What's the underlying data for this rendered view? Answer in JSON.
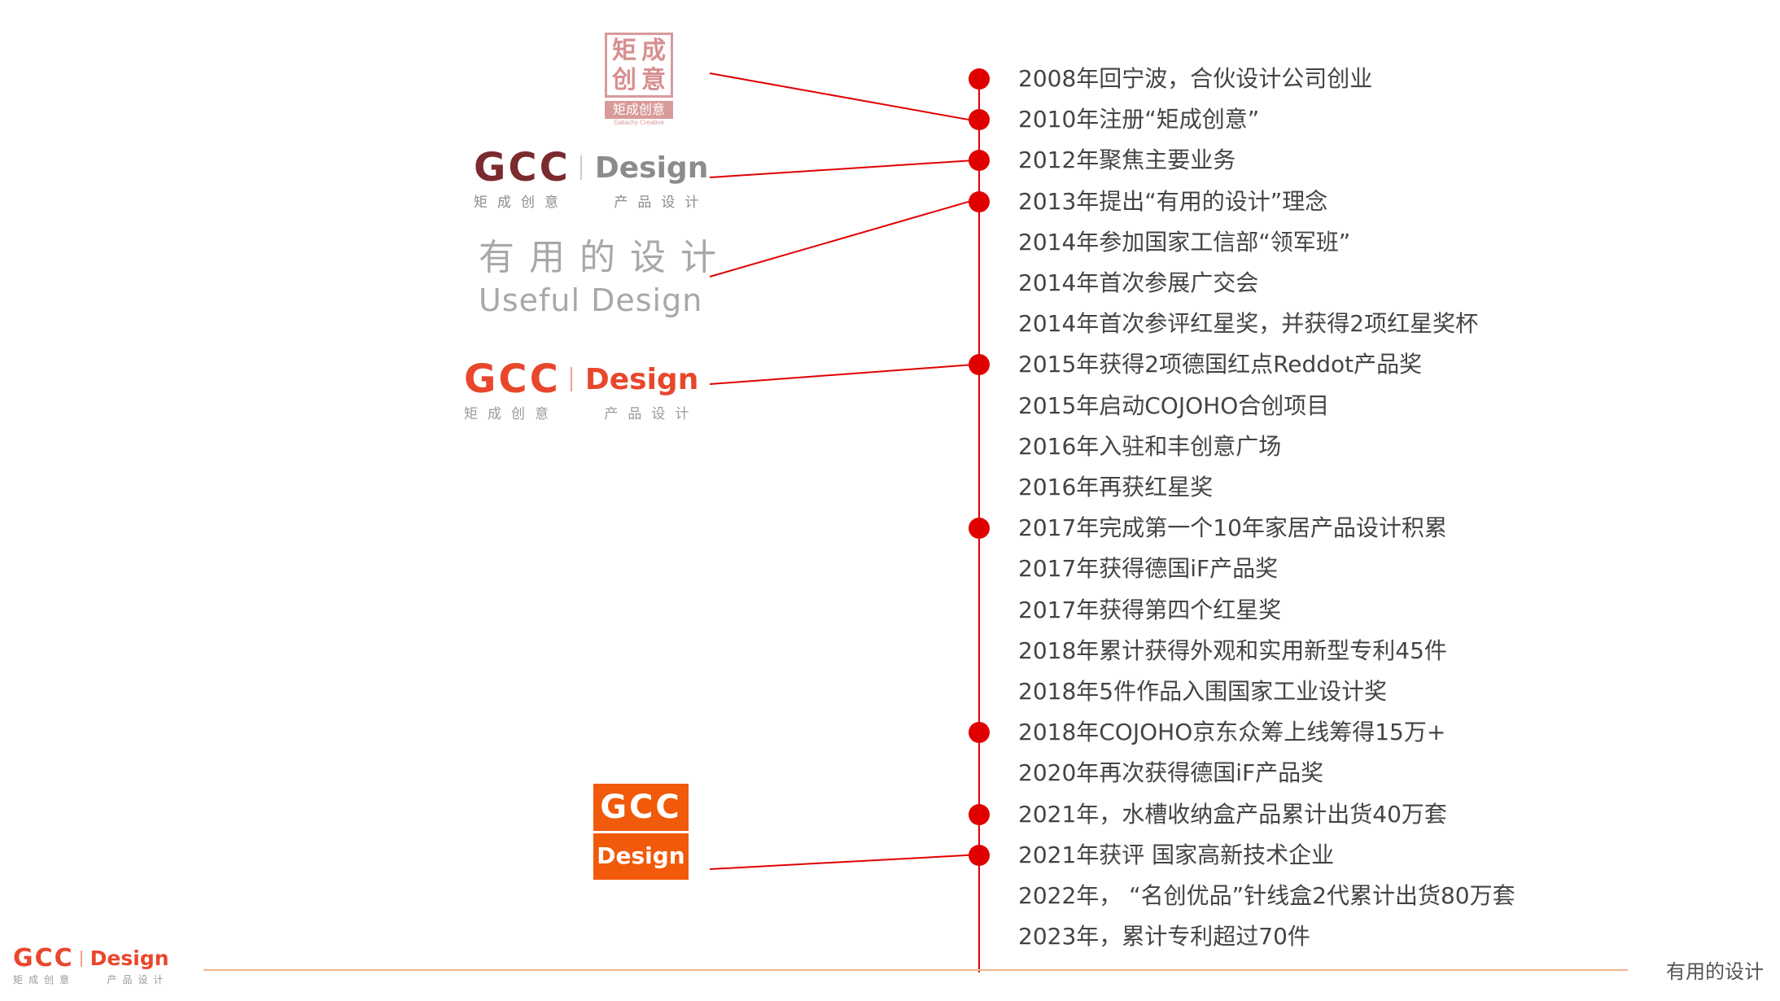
{
  "slogan": {
    "chinese": "有用的设计",
    "english": "Useful Design"
  },
  "seal_logo": {
    "chars": [
      "矩",
      "成",
      "创",
      "意"
    ],
    "band_text": "矩成创意",
    "sub_text": "Gatachy Creative"
  },
  "gcc_logo": {
    "wordmark": "GCC",
    "design": "Design",
    "sub_left": "矩成创意",
    "sub_right": "产品设计"
  },
  "footer": {
    "slogan": "有用的设计"
  },
  "colors": {
    "timeline_red": "#e00000",
    "brand_orange": "#f05a0a",
    "brand_dark_red": "#7a2b2e",
    "brand_red": "#e8472c",
    "footer_rule": "#f2b48d"
  },
  "timeline": [
    {
      "text": "2008年回宁波，合伙设计公司创业",
      "dot": true
    },
    {
      "text": "2010年注册“矩成创意”",
      "dot": true
    },
    {
      "text": "2012年聚焦主要业务",
      "dot": true
    },
    {
      "text": "2013年提出“有用的设计”理念",
      "dot": true
    },
    {
      "text": "2014年参加国家工信部“领军班”",
      "dot": false
    },
    {
      "text": "2014年首次参展广交会",
      "dot": false
    },
    {
      "text": "2014年首次参评红星奖，并获得2项红星奖杯",
      "dot": false
    },
    {
      "text": "2015年获得2项德国红点Reddot产品奖",
      "dot": true
    },
    {
      "text": "2015年启动COJOHO合创项目",
      "dot": false
    },
    {
      "text": "2016年入驻和丰创意广场",
      "dot": false
    },
    {
      "text": "2016年再获红星奖",
      "dot": false
    },
    {
      "text": "2017年完成第一个10年家居产品设计积累",
      "dot": true
    },
    {
      "text": "2017年获得德国iF产品奖",
      "dot": false
    },
    {
      "text": "2017年获得第四个红星奖",
      "dot": false
    },
    {
      "text": "2018年累计获得外观和实用新型专利45件",
      "dot": false
    },
    {
      "text": "2018年5件作品入围国家工业设计奖",
      "dot": false
    },
    {
      "text": "2018年COJOHO京东众筹上线筹得15万+",
      "dot": true
    },
    {
      "text": "2020年再次获得德国iF产品奖",
      "dot": false
    },
    {
      "text": "2021年，水槽收纳盒产品累计出货40万套",
      "dot": true
    },
    {
      "text": "2021年获评 国家高新技术企业",
      "dot": true
    },
    {
      "text": "2022年，  “名创优品”针线盒2代累计出货80万套",
      "dot": false
    },
    {
      "text": "2023年，累计专利超过70件",
      "dot": false
    }
  ]
}
